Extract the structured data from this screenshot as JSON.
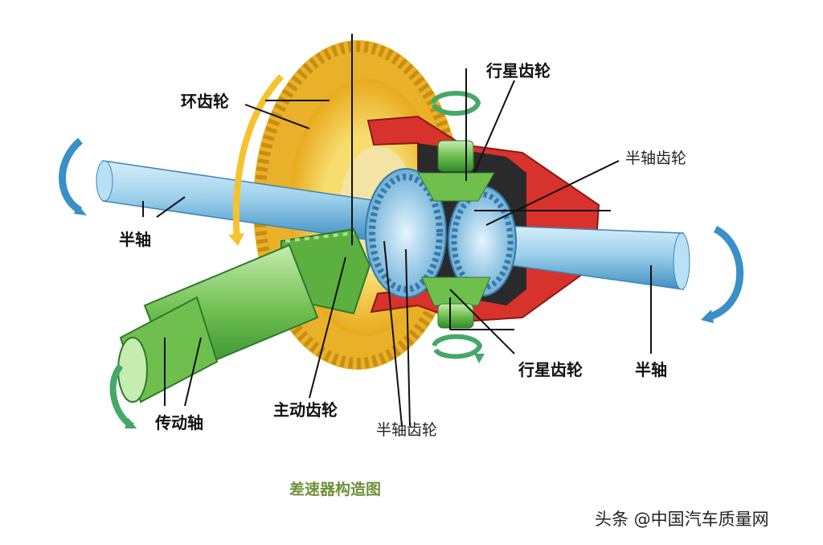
{
  "labels": {
    "ring_gear": "环齿轮",
    "planet_gear_top": "行星齿轮",
    "side_gear_right": "半轴齿轮",
    "half_shaft_left": "半轴",
    "half_shaft_right": "半轴",
    "planet_gear_bottom": "行星齿轮",
    "drive_pinion": "主动齿轮",
    "drive_shaft": "传动轴",
    "side_gear_bottom": "半轴齿轮"
  },
  "caption": "差速器构造图",
  "watermark": "头条 @中国汽车质量网",
  "colors": {
    "ring_gear": "#f2c63a",
    "shaft": "#8ec8e6",
    "pinion": "#7cc45a",
    "case": "#d8322c",
    "arrow_blue": "#3a8fc9",
    "arrow_green": "#45a867",
    "arrow_orange": "#f5c230",
    "caption": "#6f8f3a"
  }
}
